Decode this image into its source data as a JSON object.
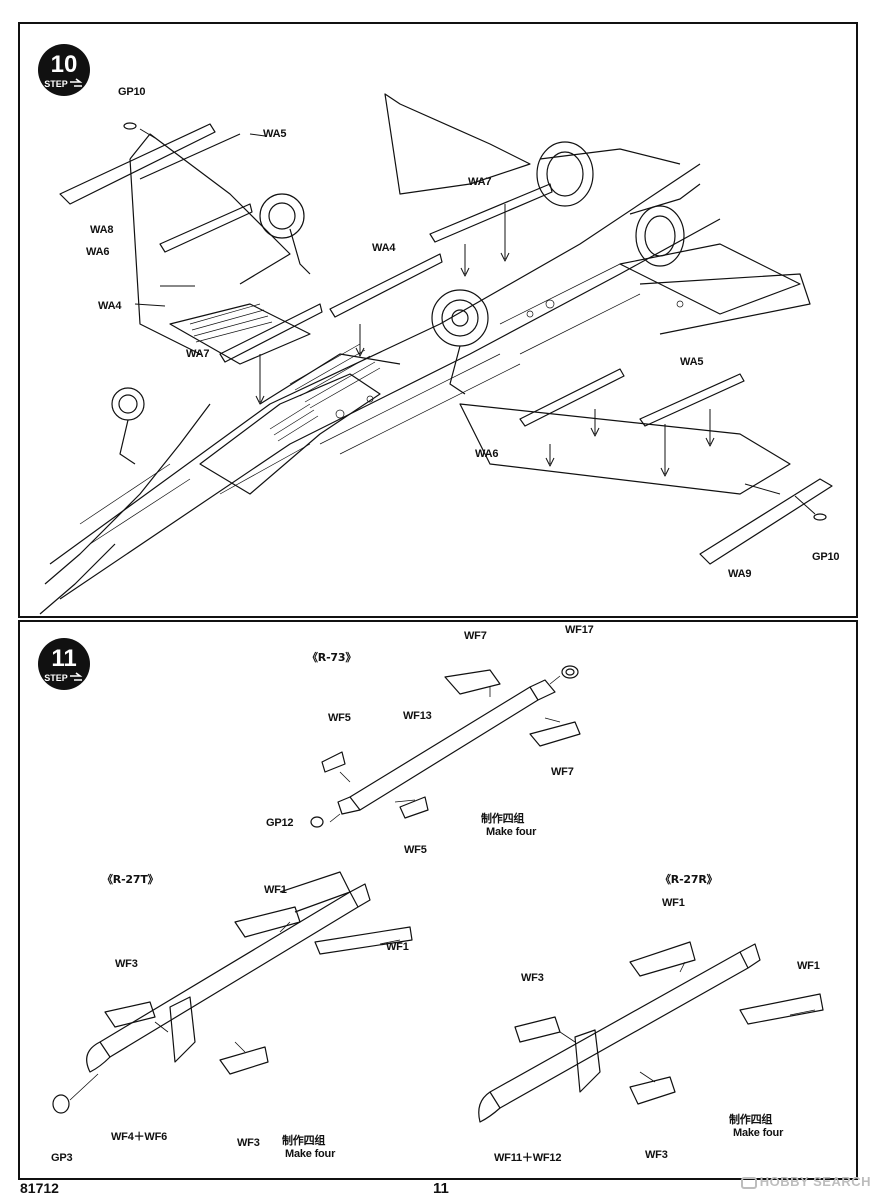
{
  "step10": {
    "number": "10",
    "step_word": "STEP",
    "labels": {
      "gp10_top": "GP10",
      "wa5_left": "WA5",
      "wa8": "WA8",
      "wa6_left": "WA6",
      "wa4_left": "WA4",
      "wa7_left": "WA7",
      "wa4_center": "WA4",
      "wa7_center": "WA7",
      "wa5_right": "WA5",
      "wa6_right": "WA6",
      "gp10_bottom": "GP10",
      "wa9": "WA9"
    }
  },
  "step11": {
    "number": "11",
    "step_word": "STEP",
    "r73": {
      "title": "《R-73》",
      "wf7_top": "WF7",
      "wf17": "WF17",
      "wf5_left": "WF5",
      "wf13": "WF13",
      "wf7_right": "WF7",
      "gp12": "GP12",
      "wf5_bottom": "WF5",
      "note_cn": "制作四组",
      "note_en": "Make four"
    },
    "r27t": {
      "title": "《R-27T》",
      "wf1_top": "WF1",
      "wf1_right": "WF1",
      "wf3_left": "WF3",
      "wf4_wf6": "WF4＋WF6",
      "wf3_bottom": "WF3",
      "gp3": "GP3",
      "note_cn": "制作四组",
      "note_en": "Make four"
    },
    "r27r": {
      "title": "《R-27R》",
      "wf1_top": "WF1",
      "wf1_right": "WF1",
      "wf3_left": "WF3",
      "wf11_wf12": "WF11＋WF12",
      "wf3_bottom": "WF3",
      "note_cn": "制作四组",
      "note_en": "Make four"
    }
  },
  "footer": {
    "kit_number": "81712",
    "page_number": "11",
    "watermark": "HOBBY SEARCH"
  }
}
